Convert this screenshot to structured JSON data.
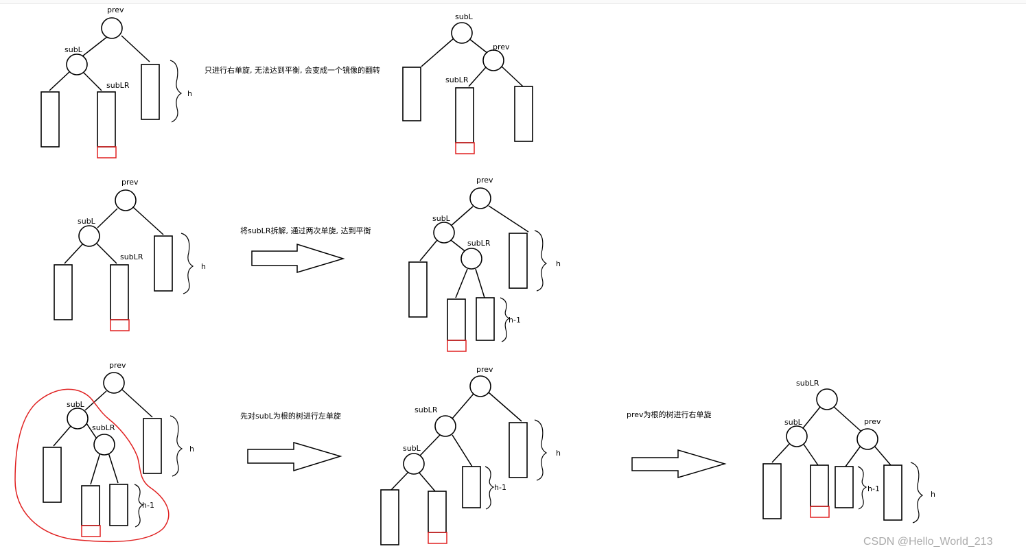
{
  "labels": {
    "prev": "prev",
    "subL": "subL",
    "subLR": "subLR",
    "h": "h",
    "h_minus_1": "h-1"
  },
  "captions": {
    "row1": "只进行右单旋, 无法达到平衡, 会变成一个镜像的翻转",
    "row2": "将subLR拆解, 通过两次单旋, 达到平衡",
    "row3a": "先对subL为根的树进行左单旋",
    "row3b": "prev为根的树进行右单旋"
  },
  "watermark": "CSDN @Hello_World_213",
  "colors": {
    "stroke": "#000000",
    "highlight": "#e02020",
    "watermark": "#aaaaaa"
  }
}
